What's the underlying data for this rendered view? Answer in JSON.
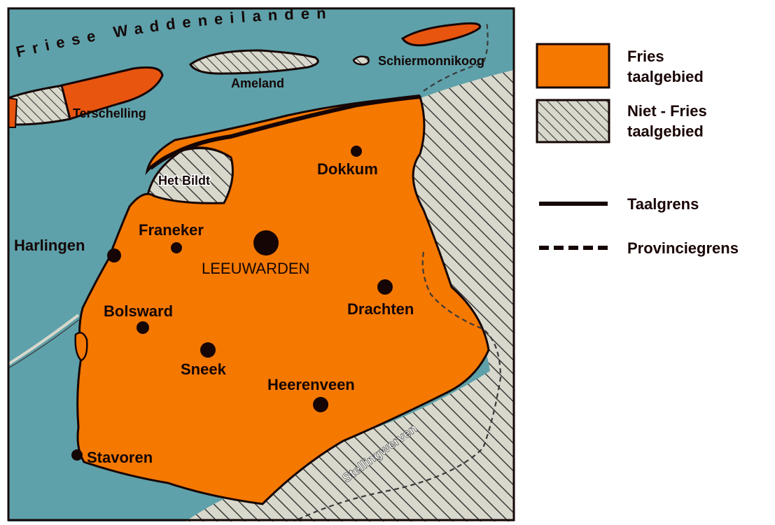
{
  "map": {
    "islands_group_label": "Friese Waddeneilanden",
    "islands": [
      "Terschelling",
      "Ameland",
      "Schiermonnikoog"
    ],
    "places": [
      {
        "name": "Het Bildt"
      },
      {
        "name": "Dokkum"
      },
      {
        "name": "Franeker"
      },
      {
        "name": "Harlingen"
      },
      {
        "name": "LEEUWARDEN"
      },
      {
        "name": "Drachten"
      },
      {
        "name": "Bolsward"
      },
      {
        "name": "Sneek"
      },
      {
        "name": "Heerenveen"
      },
      {
        "name": "Stavoren"
      },
      {
        "name": "Stellingwerven"
      }
    ]
  },
  "legend": {
    "frisian_line1": "Fries",
    "frisian_line2": "taalgebied",
    "non_frisian_line1": "Niet - Fries",
    "non_frisian_line2": "taalgebied",
    "language_border": "Taalgrens",
    "province_border": "Provinciegrens"
  },
  "colors": {
    "sea": "#5ea1aa",
    "frisian_area": "#f57800",
    "islands_frisian": "#e8550f",
    "hatch_background": "#d8d8cc",
    "hatch_lines": "#3a3a3a",
    "border": "#160505"
  }
}
